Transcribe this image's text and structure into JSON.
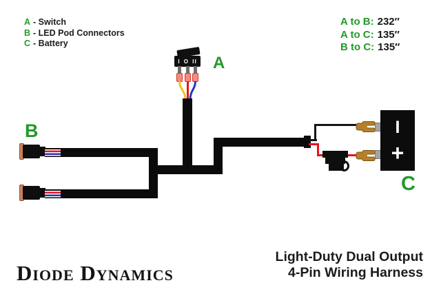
{
  "colors": {
    "green": "#229a28",
    "cable": "#0b0b0b",
    "wire_red": "#e8131d",
    "wire_blue": "#2336bd",
    "wire_yellow": "#f2c21a",
    "terminal_salmon": "#f58c7e",
    "terminal_salmon_border": "#d2342b",
    "connector_tan": "#c6845c",
    "connector_tan_border": "#8a5a38",
    "fork_gold": "#b5802b",
    "fork_gold_dark": "#7a5416",
    "tab_gray": "#a3a3a3",
    "tab_gray_border": "#777777"
  },
  "legend": {
    "items": [
      {
        "letter": "A",
        "text": "- Switch"
      },
      {
        "letter": "B",
        "text": "- LED Pod Connectors"
      },
      {
        "letter": "C",
        "text": "- Battery"
      }
    ]
  },
  "measurements": [
    {
      "label": "A to B:",
      "value": "232″"
    },
    {
      "label": "A to C:",
      "value": "135″"
    },
    {
      "label": "B to C:",
      "value": "135″"
    }
  ],
  "diagram": {
    "switch_label": "A",
    "switch_markings": "I O II",
    "connectors_label": "B",
    "battery_label": "C",
    "battery_negative": "I",
    "battery_positive": "+"
  },
  "footer": {
    "brand": "Diode Dynamics",
    "product_line1": "Light-Duty Dual Output",
    "product_line2": "4-Pin Wiring Harness"
  }
}
